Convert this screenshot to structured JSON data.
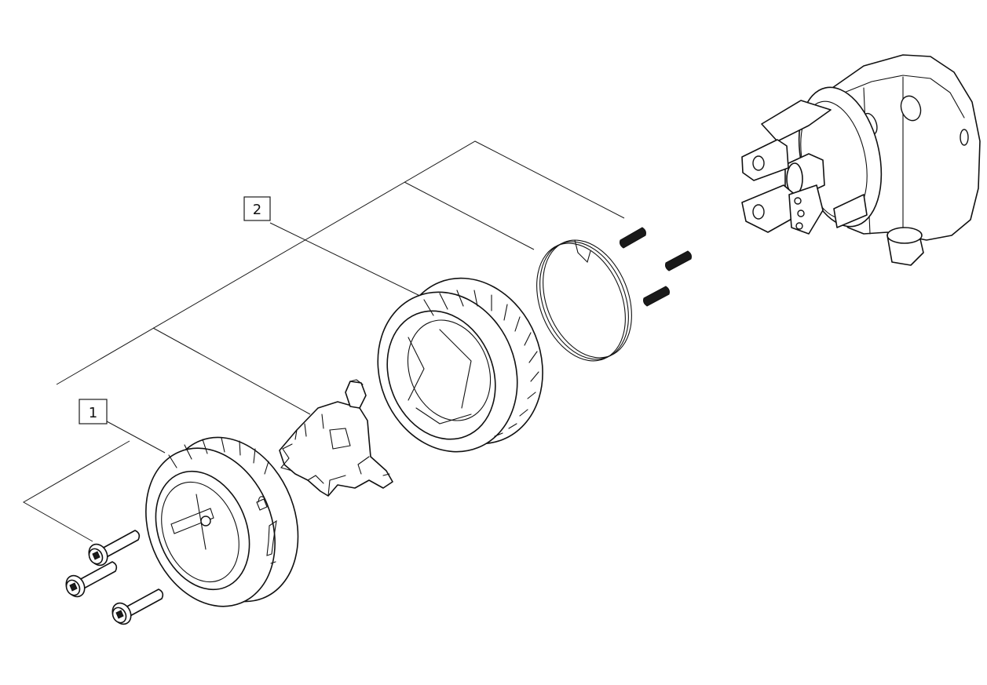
{
  "diagram": {
    "callouts": [
      {
        "id": "1",
        "label": "1"
      },
      {
        "id": "2",
        "label": "2"
      }
    ],
    "parts": [
      "screw-1",
      "screw-2",
      "screw-3",
      "front-collar",
      "clutch-adapter",
      "knurled-ring",
      "torsion-spring",
      "pin-1",
      "pin-2",
      "pin-3",
      "gear-head-housing"
    ],
    "colors": {
      "line": "#111111",
      "background": "#ffffff",
      "pin_fill": "#1a1a1a"
    }
  }
}
